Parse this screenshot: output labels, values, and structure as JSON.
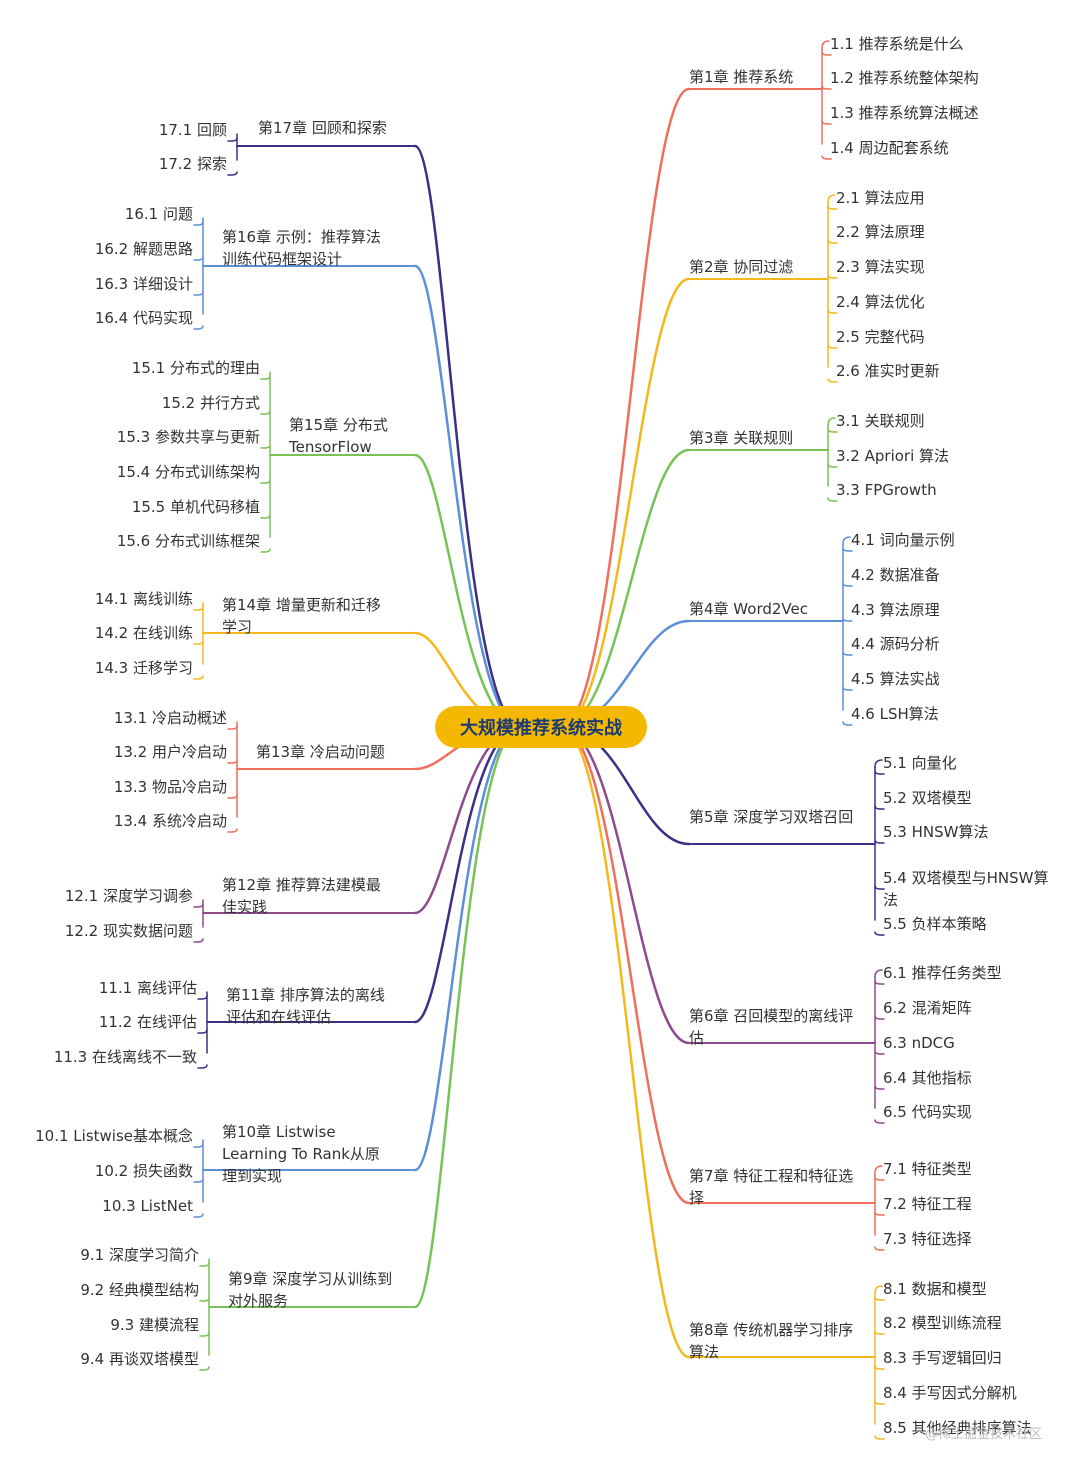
{
  "title": "大规模推荐系统实战",
  "right_chapters": [
    {
      "title": "第1章 推荐系统",
      "color": "#ef6f5c",
      "items": [
        "1.1 推荐系统是什么",
        "1.2 推荐系统整体架构",
        "1.3 推荐系统算法概述",
        "1.4 周边配套系统"
      ]
    },
    {
      "title": "第2章 协同过滤",
      "color": "#f3b81c",
      "items": [
        "2.1 算法应用",
        "2.2 算法原理",
        "2.3 算法实现",
        "2.4 算法优化",
        "2.5 完整代码",
        "2.6 准实时更新"
      ]
    },
    {
      "title": "第3章 关联规则",
      "color": "#78c257",
      "items": [
        "3.1 关联规则",
        "3.2 Apriori 算法",
        "3.3 FPGrowth"
      ]
    },
    {
      "title": "第4章 Word2Vec",
      "color": "#5b8fd7",
      "items": [
        "4.1 词向量示例",
        "4.2 数据准备",
        "4.3 算法原理",
        "4.4 源码分析",
        "4.5 算法实战",
        "4.6 LSH算法"
      ]
    },
    {
      "title": "第5章 深度学习双塔召回",
      "color": "#3b2f86",
      "items": [
        "5.1 向量化",
        "5.2 双塔模型",
        "5.3 HNSW算法",
        "5.4 双塔模型与HNSW算法",
        "5.5 负样本策略"
      ]
    },
    {
      "title": "第6章 召回模型的离线评估",
      "color": "#8e4a8e",
      "items": [
        "6.1 推荐任务类型",
        "6.2 混淆矩阵",
        "6.3 nDCG",
        "6.4 其他指标",
        "6.5 代码实现"
      ]
    },
    {
      "title": "第7章 特征工程和特征选择",
      "color": "#ef6f5c",
      "items": [
        "7.1 特征类型",
        "7.2 特征工程",
        "7.3 特征选择"
      ]
    },
    {
      "title": "第8章 传统机器学习排序算法",
      "color": "#f3b81c",
      "items": [
        "8.1 数据和模型",
        "8.2 模型训练流程",
        "8.3 手写逻辑回归",
        "8.4 手写因式分解机",
        "8.5 其他经典排序算法"
      ]
    }
  ],
  "left_chapters": [
    {
      "title": "第17章 回顾和探索",
      "color": "#3b2f86",
      "items": [
        "17.1 回顾",
        "17.2 探索"
      ]
    },
    {
      "title": "第16章 示例：推荐算法训练代码框架设计",
      "color": "#5b8fd7",
      "items": [
        "16.1 问题",
        "16.2 解题思路",
        "16.3 详细设计",
        "16.4 代码实现"
      ]
    },
    {
      "title": "第15章 分布式 TensorFlow",
      "color": "#78c257",
      "items": [
        "15.1 分布式的理由",
        "15.2 并行方式",
        "15.3 参数共享与更新",
        "15.4 分布式训练架构",
        "15.5 单机代码移植",
        "15.6 分布式训练框架"
      ]
    },
    {
      "title": "第14章 增量更新和迁移学习",
      "color": "#f3b81c",
      "items": [
        "14.1 离线训练",
        "14.2 在线训练",
        "14.3 迁移学习"
      ]
    },
    {
      "title": "第13章 冷启动问题",
      "color": "#ef6f5c",
      "items": [
        "13.1 冷启动概述",
        "13.2 用户冷启动",
        "13.3 物品冷启动",
        "13.4 系统冷启动"
      ]
    },
    {
      "title": "第12章 推荐算法建模最佳实践",
      "color": "#8e4a8e",
      "items": [
        "12.1 深度学习调参",
        "12.2 现实数据问题"
      ]
    },
    {
      "title": "第11章 排序算法的离线评估和在线评估",
      "color": "#3b2f86",
      "items": [
        "11.1 离线评估",
        "11.2 在线评估",
        "11.3 在线离线不一致"
      ]
    },
    {
      "title": "第10章 Listwise Learning To Rank从原理到实现",
      "color": "#5b8fd7",
      "items": [
        "10.1 Listwise基本概念",
        "10.2 损失函数",
        "10.3 ListNet"
      ]
    },
    {
      "title": "第9章 深度学习从训练到对外服务",
      "color": "#78c257",
      "items": [
        "9.1 深度学习简介",
        "9.2 经典模型结构",
        "9.3 建模流程",
        "9.4 再谈双塔模型"
      ]
    }
  ],
  "watermark": "@稀土掘金技术社区"
}
